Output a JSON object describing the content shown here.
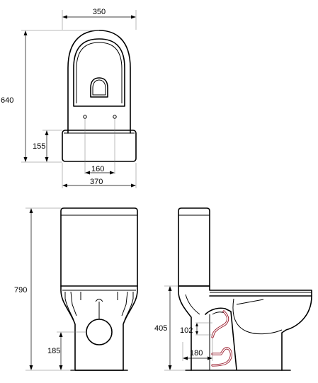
{
  "dimensions": {
    "top_width": "350",
    "depth": "640",
    "tank_depth": "155",
    "hole_spacing": "160",
    "tank_width": "370",
    "total_height": "790",
    "outlet_height_front": "185",
    "seat_height": "405",
    "outlet_height_side": "102",
    "outlet_offset": "180"
  }
}
